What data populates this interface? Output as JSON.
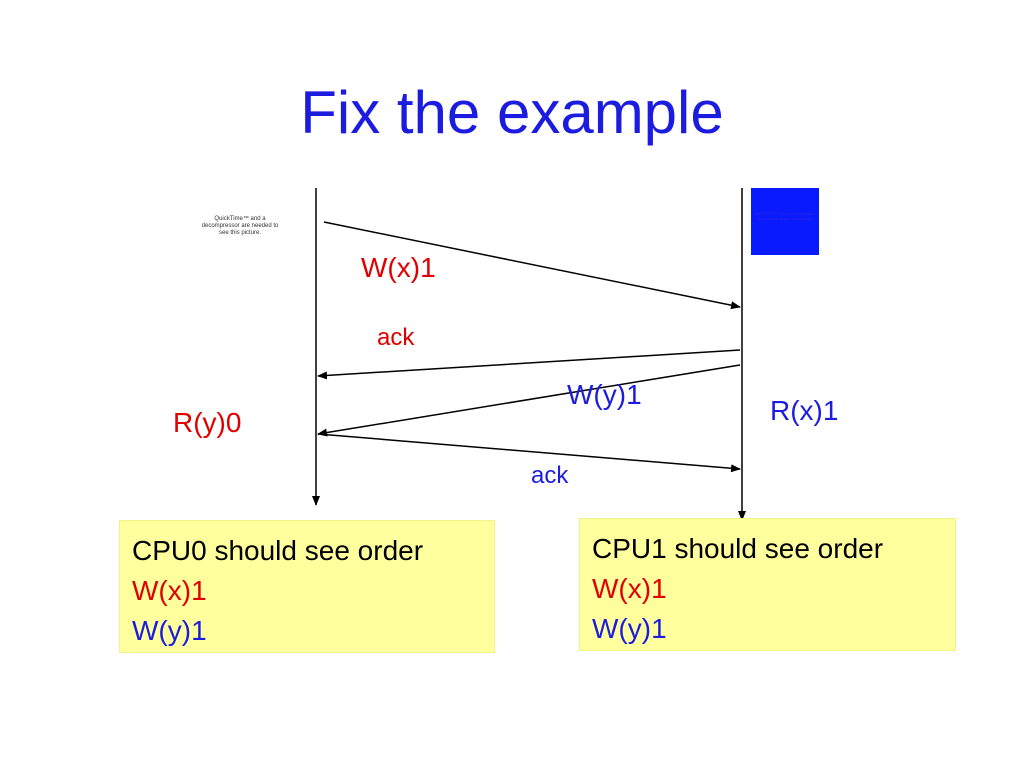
{
  "title": "Fix the example",
  "placeholders": {
    "left": "QuickTime™ and a decompressor are needed to see this picture.",
    "right": "QuickTime™ and a decompressor are needed to see this picture."
  },
  "messages": {
    "wx1": "W(x)1",
    "ack1": "ack",
    "wy1": "W(y)1",
    "ack2": "ack"
  },
  "events": {
    "cpu0_read": "R(y)0",
    "cpu1_read": "R(x)1"
  },
  "notes": {
    "cpu0": {
      "heading": "CPU0 should see order",
      "first": "W(x)1",
      "second": "W(y)1"
    },
    "cpu1": {
      "heading": "CPU1 should see order",
      "first": "W(x)1",
      "second": "W(y)1"
    }
  },
  "colors": {
    "title": "#1c1ce0",
    "write_x": "#e00000",
    "write_y": "#1c1ce0",
    "note_bg": "#ffff9e"
  }
}
